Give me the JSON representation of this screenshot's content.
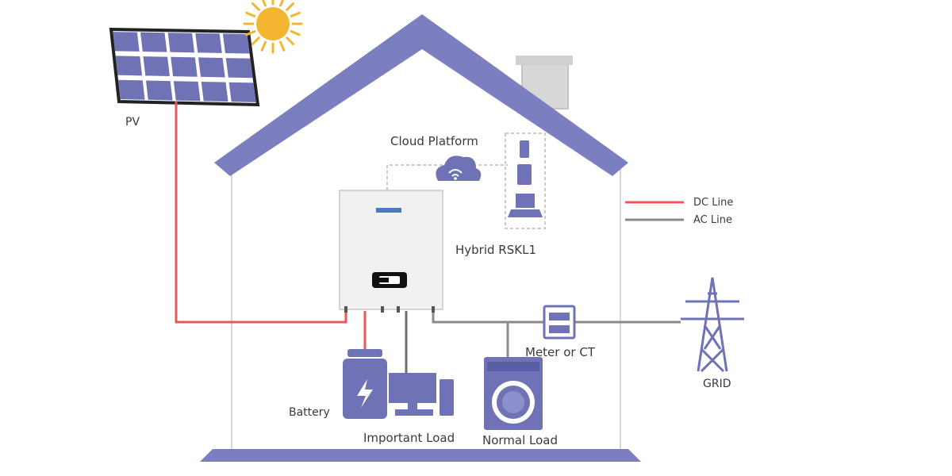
{
  "labels": {
    "pv": "PV",
    "cloud": "Cloud Platform",
    "inverter": "Hybrid RSKL1",
    "meter": "Meter or CT",
    "grid": "GRID",
    "battery": "Battery",
    "important_load": "Important Load",
    "normal_load": "Normal Load"
  },
  "legend": [
    {
      "label": "DC Line",
      "color": "#e8585a"
    },
    {
      "label": "AC Line",
      "color": "#8a8a8a"
    }
  ],
  "colors": {
    "house": "#7b7fbf",
    "house_fill": "#ffffff",
    "solar_cell": "#6f73b6",
    "sun": "#f4b630",
    "dc": "#e8585a",
    "ac": "#8a8a8a"
  },
  "icons": [
    "solar-panel-icon",
    "sun-icon",
    "cloud-wifi-icon",
    "phone-icon",
    "tablet-icon",
    "laptop-icon",
    "inverter-icon",
    "battery-icon",
    "computer-icon",
    "washing-machine-icon",
    "meter-icon",
    "transmission-tower-icon"
  ]
}
